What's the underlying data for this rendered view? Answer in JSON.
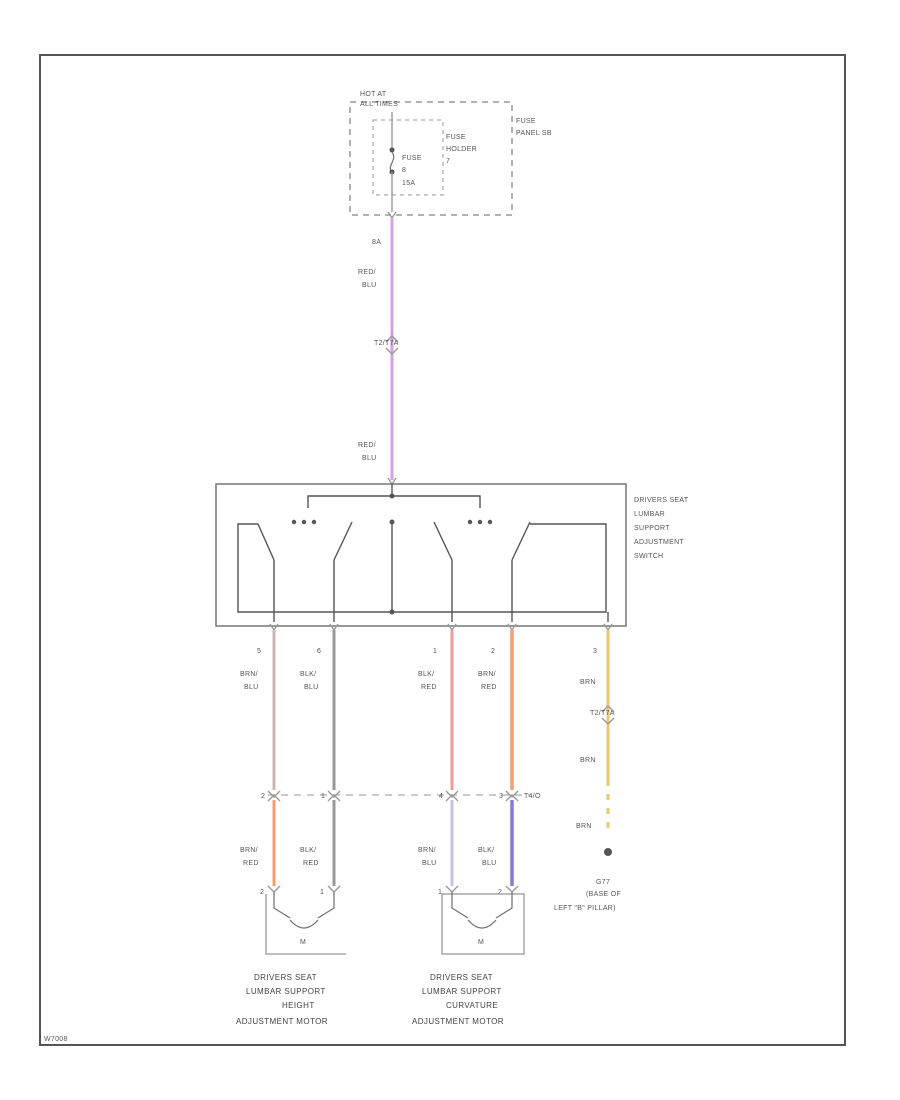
{
  "diagram_id": "W7008",
  "fuse_area": {
    "hot_label": [
      "HOT AT",
      "ALL TIMES"
    ],
    "fuse_label": [
      "FUSE",
      "8",
      "15A"
    ],
    "holder_label": [
      "FUSE",
      "HOLDER",
      "7"
    ],
    "panel_label": [
      "FUSE",
      "PANEL SB"
    ],
    "pin": "8A"
  },
  "feed_wire": {
    "color_top": [
      "RED/",
      "BLU"
    ],
    "connector": "T2/T7A",
    "color_bottom": [
      "RED/",
      "BLU"
    ]
  },
  "switch_label": [
    "DRIVERS SEAT",
    "LUMBAR",
    "SUPPORT",
    "ADJUSTMENT",
    "SWITCH"
  ],
  "switch_pins": [
    "5",
    "6",
    "1",
    "2",
    "3"
  ],
  "wires_upper": [
    {
      "label": [
        "BRN/",
        "BLU"
      ]
    },
    {
      "label": [
        "BLK/",
        "BLU"
      ]
    },
    {
      "label": [
        "BLK/",
        "RED"
      ]
    },
    {
      "label": [
        "BRN/",
        "RED"
      ]
    },
    {
      "label": [
        "BRN"
      ]
    }
  ],
  "ground_wire": {
    "connector": "T2/T7A",
    "label_mid": "BRN",
    "label_low": "BRN"
  },
  "mid_connector": {
    "pins": [
      "2",
      "1",
      "4",
      "3"
    ],
    "name": "T4/O"
  },
  "wires_lower": [
    {
      "label": [
        "BRN/",
        "RED"
      ]
    },
    {
      "label": [
        "BLK/",
        "RED"
      ]
    },
    {
      "label": [
        "BRN/",
        "BLU"
      ]
    },
    {
      "label": [
        "BLK/",
        "BLU"
      ]
    }
  ],
  "motor_pins": [
    "2",
    "1",
    "1",
    "2"
  ],
  "motor_symbol": "M",
  "ground": {
    "label": [
      "G77",
      "(BASE OF",
      "LEFT \"B\" PILLAR)"
    ]
  },
  "motors": [
    {
      "label": [
        "DRIVERS SEAT",
        "LUMBAR SUPPORT",
        "HEIGHT",
        "ADJUSTMENT MOTOR"
      ]
    },
    {
      "label": [
        "DRIVERS SEAT",
        "LUMBAR SUPPORT",
        "CURVATURE",
        "ADJUSTMENT MOTOR"
      ]
    }
  ],
  "colors": {
    "red_blu": "#d7a0e0",
    "brn_blu": "#c8b8b0",
    "blk_blu": "#9a9a9a",
    "blk_red": "#f09a9a",
    "brn_red": "#f5a070",
    "brn": "#e8c870",
    "lower_brn_blu": "#c8c0e8",
    "lower_blk_blu": "#8878d8"
  }
}
